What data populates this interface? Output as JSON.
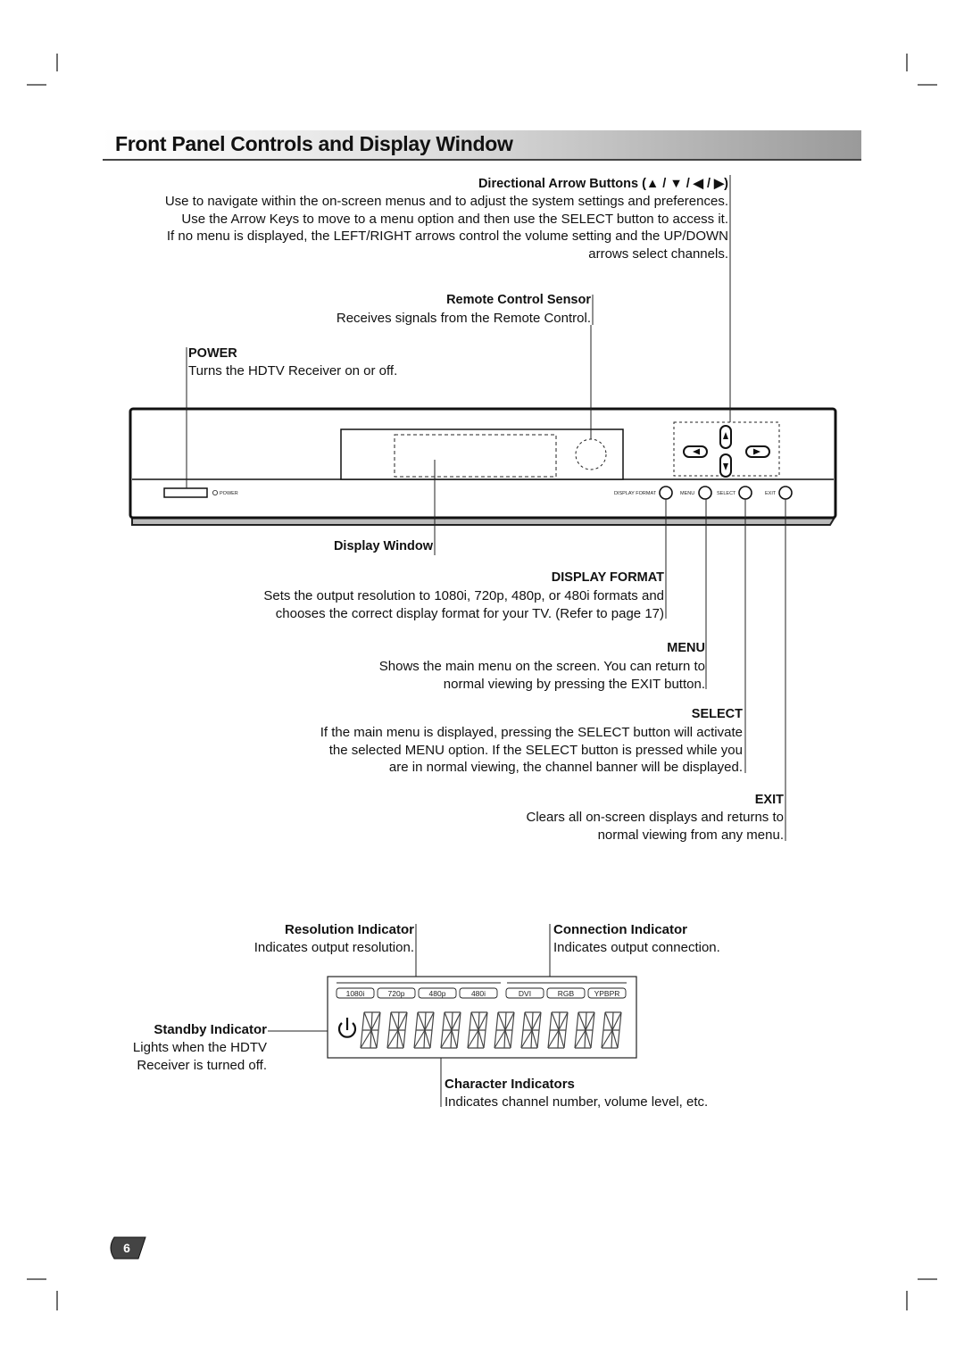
{
  "title": "Front Panel Controls and Display Window",
  "directional": {
    "heading": "Directional Arrow Buttons (▲ / ▼ / ◀ / ▶)",
    "lines": [
      "Use to navigate within the on-screen menus and to adjust the system settings and preferences.",
      "Use the Arrow Keys to move to a menu option and then use the SELECT button to access it.",
      "If no menu is displayed, the LEFT/RIGHT arrows control the volume setting and the UP/DOWN",
      "arrows select channels."
    ]
  },
  "sensor": {
    "heading": "Remote Control Sensor",
    "text": "Receives signals from the Remote Control."
  },
  "power": {
    "heading": "POWER",
    "text": "Turns the HDTV Receiver on or off."
  },
  "display_window": {
    "heading": "Display Window"
  },
  "display_format": {
    "heading": "DISPLAY FORMAT",
    "lines": [
      "Sets the output resolution to 1080i, 720p, 480p, or 480i formats and",
      "chooses the correct display format for your TV. (Refer to page 17)"
    ]
  },
  "menu": {
    "heading": "MENU",
    "lines": [
      "Shows the main menu on the screen. You can return to",
      "normal viewing by pressing the EXIT button."
    ]
  },
  "select": {
    "heading": "SELECT",
    "lines": [
      "If the main menu is displayed, pressing the SELECT button will activate",
      "the selected MENU option. If the SELECT button is pressed while you",
      "are in normal viewing, the channel banner will be displayed."
    ]
  },
  "exit": {
    "heading": "EXIT",
    "lines": [
      "Clears all on-screen displays and returns to",
      "normal viewing from any menu."
    ]
  },
  "panel_labels": {
    "power": "POWER",
    "display_format": "DISPLAY FORMAT",
    "menu": "MENU",
    "select": "SELECT",
    "exit": "EXIT"
  },
  "resolution_indicator": {
    "heading": "Resolution Indicator",
    "text": "Indicates output resolution."
  },
  "connection_indicator": {
    "heading": "Connection Indicator",
    "text": "Indicates output connection."
  },
  "standby_indicator": {
    "heading": "Standby Indicator",
    "lines": [
      "Lights when the HDTV",
      "Receiver is turned off."
    ]
  },
  "character_indicators": {
    "heading": "Character Indicators",
    "text": "Indicates channel number, volume level, etc."
  },
  "resolution_labels": [
    "1080i",
    "720p",
    "480p",
    "480i"
  ],
  "connection_labels": [
    "DVI",
    "RGB",
    "YPBPR"
  ],
  "page_number": "6"
}
